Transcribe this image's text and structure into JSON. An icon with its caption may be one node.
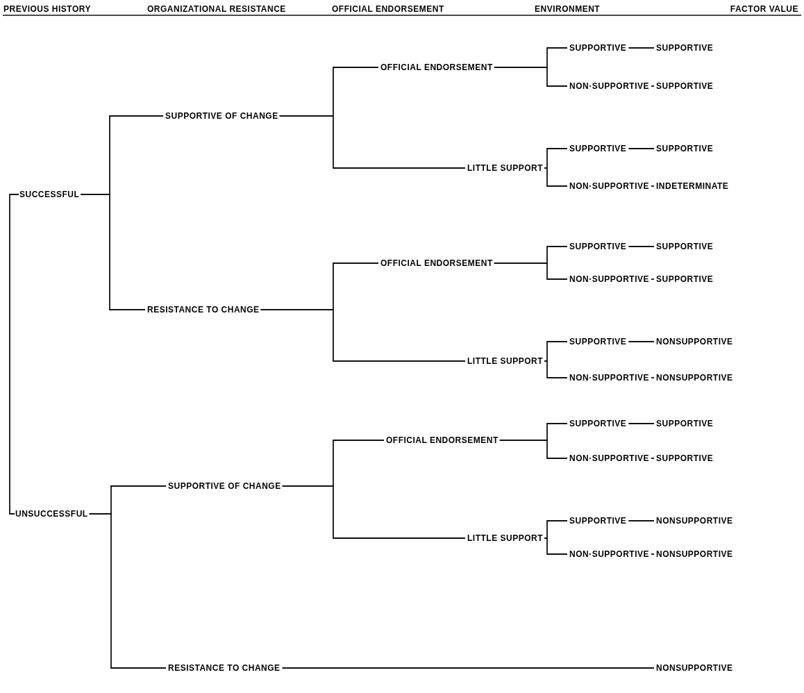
{
  "diagram": {
    "nodes": [
      {
        "text": [
          "SUCCESSFUL"
        ]
      },
      {
        "text": [
          "SUPPORTIVE OF CHANGE"
        ]
      },
      {
        "text": [
          "OFFICIAL ENDORSEMENT"
        ]
      },
      {
        "text": [
          "SUPPORTIVE"
        ]
      },
      {
        "text": [
          "SUPPORTIVE"
        ]
      },
      {
        "text": [
          "NON·SUPPORTIVE"
        ]
      },
      {
        "text": [
          "SUPPORTIVE"
        ]
      },
      {
        "text": [
          "LITTLE SUPPORT"
        ]
      },
      {
        "text": [
          "SUPPORTIVE"
        ]
      },
      {
        "text": [
          "SUPPORTIVE"
        ]
      },
      {
        "text": [
          "NON·SUPPORTIVE"
        ]
      },
      {
        "text": [
          "INDETERMINATE"
        ]
      },
      {
        "text": [
          "RESISTANCE TO CHANGE"
        ]
      },
      {
        "text": [
          "OFFICIAL ENDORSEMENT"
        ]
      },
      {
        "text": [
          "SUPPORTIVE"
        ]
      },
      {
        "text": [
          "SUPPORTIVE"
        ]
      },
      {
        "text": [
          "NON·SUPPORTIVE"
        ]
      },
      {
        "text": [
          "SUPPORTIVE"
        ]
      },
      {
        "text": [
          "LITTLE SUPPORT"
        ]
      },
      {
        "text": [
          "SUPPORTIVE"
        ]
      },
      {
        "text": [
          "NONSUPPORTIVE"
        ]
      },
      {
        "text": [
          "NON·SUPPORTIVE"
        ]
      },
      {
        "text": [
          "NONSUPPORTIVE"
        ]
      },
      {
        "text": [
          "UNSUCCESSFUL"
        ]
      },
      {
        "text": [
          "SUPPORTIVE OF CHANGE"
        ]
      },
      {
        "text": [
          "OFFICIAL ENDORSEMENT"
        ]
      },
      {
        "text": [
          "SUPPORTIVE"
        ]
      },
      {
        "text": [
          "SUPPORTIVE"
        ]
      },
      {
        "text": [
          "NON·SUPPORTIVE"
        ]
      },
      {
        "text": [
          "SUPPORTIVE"
        ]
      },
      {
        "text": [
          "LITTLE SUPPORT"
        ]
      },
      {
        "text": [
          "SUPPORTIVE"
        ]
      },
      {
        "text": [
          "NONSUPPORTIVE"
        ]
      },
      {
        "text": [
          "NON·SUPPORTIVE"
        ]
      },
      {
        "text": [
          "NONSUPPORTIVE"
        ]
      },
      {
        "text": [
          "RESISTANCE TO CHANGE"
        ]
      },
      {
        "text": [
          "NONSUPPORTIVE"
        ]
      }
    ],
    "edges": [
      {
        "from": 0,
        "to": 23,
        "arrow": "none"
      },
      {
        "from": 0,
        "to": 1,
        "arrow": "none"
      },
      {
        "from": 0,
        "to": 12,
        "arrow": "none"
      },
      {
        "from": 1,
        "to": 2,
        "arrow": "none"
      },
      {
        "from": 1,
        "to": 7,
        "arrow": "none"
      },
      {
        "from": 2,
        "to": 3,
        "arrow": "none"
      },
      {
        "from": 2,
        "to": 5,
        "arrow": "none"
      },
      {
        "from": 3,
        "to": 4,
        "arrow": "none"
      },
      {
        "from": 5,
        "to": 6,
        "arrow": "none"
      },
      {
        "from": 7,
        "to": 8,
        "arrow": "none"
      },
      {
        "from": 7,
        "to": 10,
        "arrow": "none"
      },
      {
        "from": 8,
        "to": 9,
        "arrow": "none"
      },
      {
        "from": 10,
        "to": 11,
        "arrow": "none"
      },
      {
        "from": 12,
        "to": 13,
        "arrow": "none"
      },
      {
        "from": 12,
        "to": 18,
        "arrow": "none"
      },
      {
        "from": 13,
        "to": 14,
        "arrow": "none"
      },
      {
        "from": 13,
        "to": 16,
        "arrow": "none"
      },
      {
        "from": 14,
        "to": 15,
        "arrow": "none"
      },
      {
        "from": 16,
        "to": 17,
        "arrow": "none"
      },
      {
        "from": 18,
        "to": 19,
        "arrow": "none"
      },
      {
        "from": 18,
        "to": 21,
        "arrow": "none"
      },
      {
        "from": 19,
        "to": 20,
        "arrow": "none"
      },
      {
        "from": 21,
        "to": 22,
        "arrow": "none"
      },
      {
        "from": 23,
        "to": 24,
        "arrow": "none"
      },
      {
        "from": 23,
        "to": 35,
        "arrow": "none"
      },
      {
        "from": 24,
        "to": 25,
        "arrow": "none"
      },
      {
        "from": 24,
        "to": 30,
        "arrow": "none"
      },
      {
        "from": 25,
        "to": 26,
        "arrow": "none"
      },
      {
        "from": 25,
        "to": 28,
        "arrow": "none"
      },
      {
        "from": 26,
        "to": 27,
        "arrow": "none"
      },
      {
        "from": 28,
        "to": 29,
        "arrow": "none"
      },
      {
        "from": 30,
        "to": 31,
        "arrow": "none"
      },
      {
        "from": 30,
        "to": 33,
        "arrow": "none"
      },
      {
        "from": 31,
        "to": 32,
        "arrow": "none"
      },
      {
        "from": 33,
        "to": 34,
        "arrow": "none"
      },
      {
        "from": 35,
        "to": 36,
        "arrow": "none"
      }
    ],
    "labels": [
      "PREVIOUS HISTORY",
      "ORGANIZATIONAL RESISTANCE",
      "OFFICIAL ENDORSEMENT",
      "ENVIRONMENT",
      "FACTOR VALUE"
    ]
  }
}
